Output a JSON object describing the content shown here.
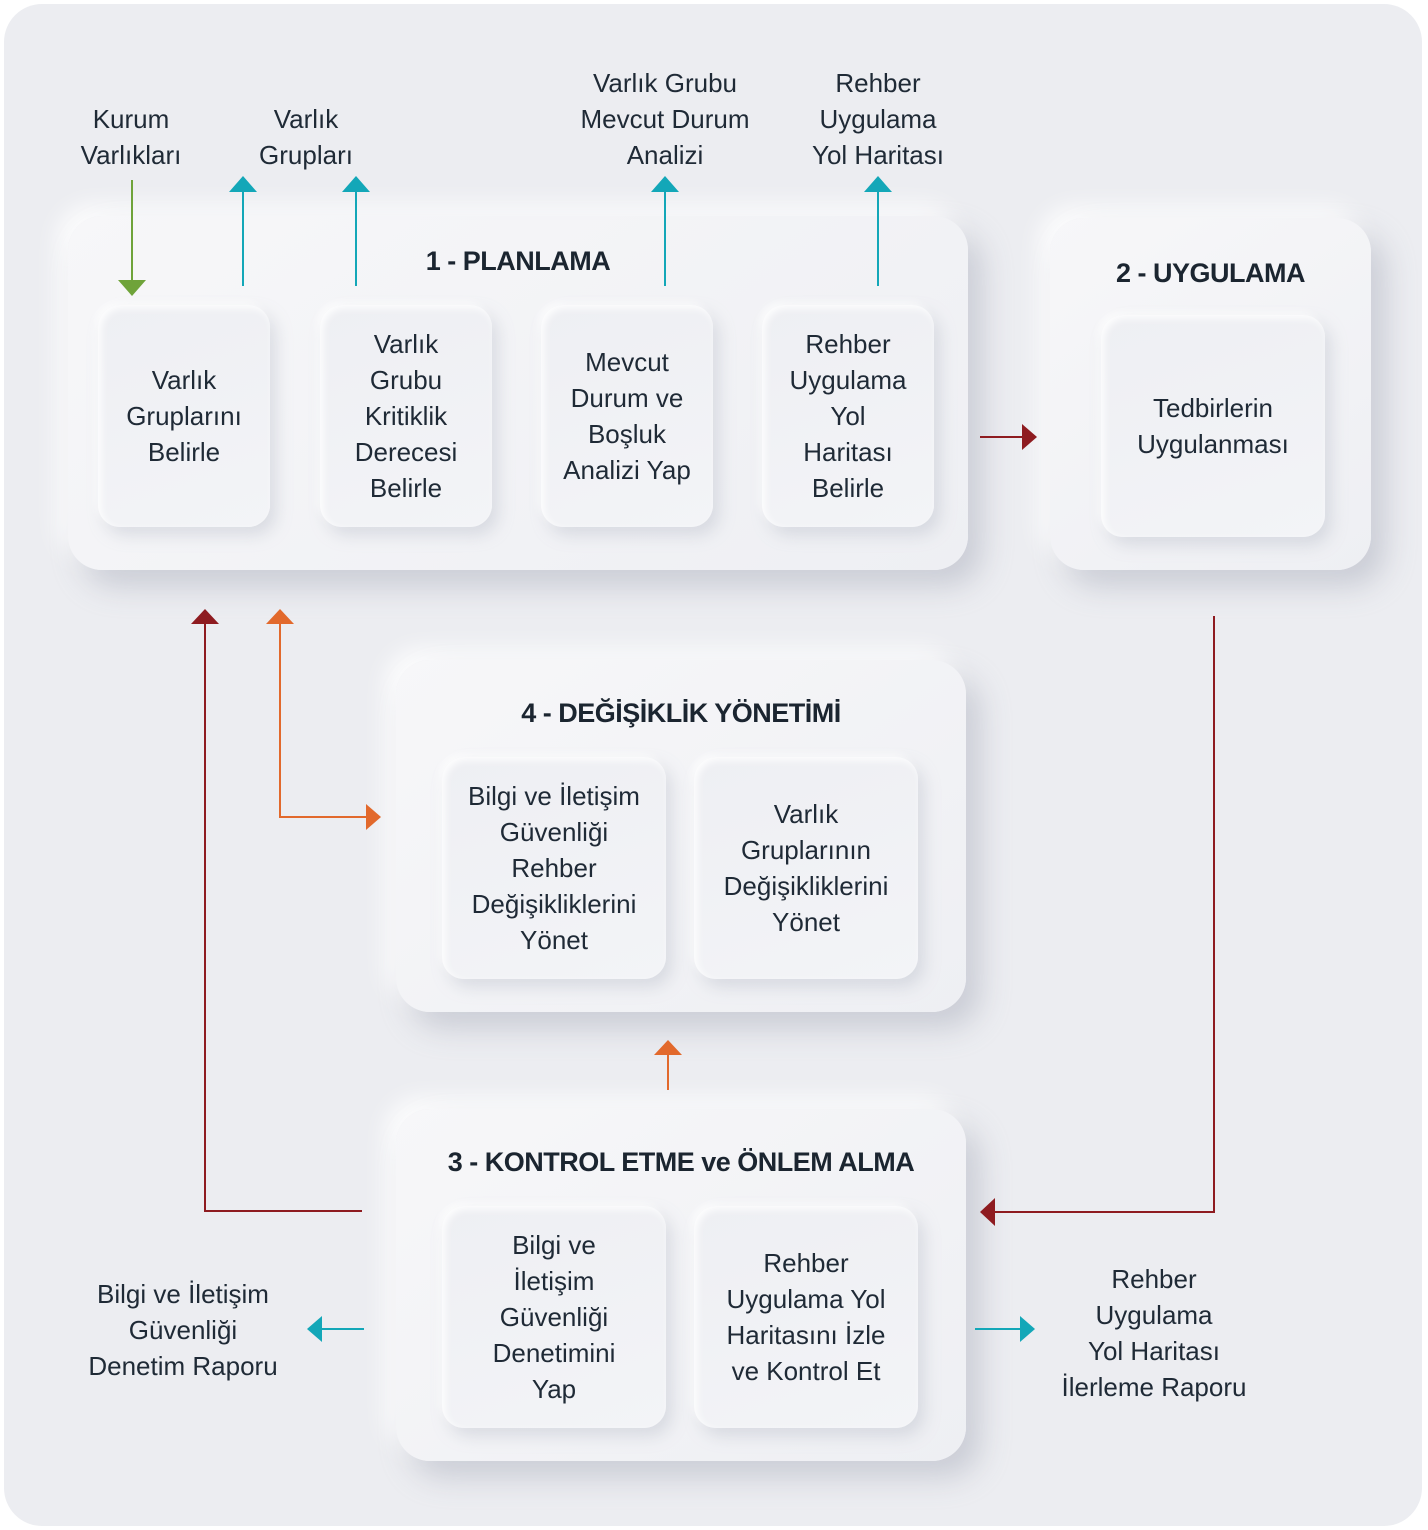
{
  "inputs": {
    "kurum_varliklari": "Kurum\nVarlıkları",
    "varlik_gruplari": "Varlık\nGrupları",
    "mevcut_durum_analizi": "Varlık Grubu\nMevcut Durum\nAnalizi",
    "yol_haritasi": "Rehber\nUygulama\nYol Haritası"
  },
  "planlama": {
    "title": "1 - PLANLAMA",
    "steps": [
      "Varlık\nGruplarını\nBelirle",
      "Varlık\nGrubu\nKritiklik\nDerecesi\nBelirle",
      "Mevcut\nDurum ve\nBoşluk\nAnalizi Yap",
      "Rehber\nUygulama\nYol\nHaritası\nBelirle"
    ]
  },
  "uygulama": {
    "title": "2 - UYGULAMA",
    "steps": [
      "Tedbirlerin\nUygulanması"
    ]
  },
  "degisiklik": {
    "title": "4 - DEĞİŞİKLİK YÖNETİMİ",
    "steps": [
      "Bilgi ve İletişim\nGüvenliği\nRehber\nDeğişikliklerini\nYönet",
      "Varlık\nGruplarının\nDeğişikliklerini\nYönet"
    ]
  },
  "kontrol": {
    "title": "3 - KONTROL ETME ve ÖNLEM ALMA",
    "steps": [
      "Bilgi ve\nİletişim\nGüvenliği\nDenetimini\nYap",
      "Rehber\nUygulama Yol\nHaritasını İzle\nve Kontrol Et"
    ]
  },
  "outputs": {
    "denetim_raporu": "Bilgi ve İletişim\nGüvenliği\nDenetim Raporu",
    "ilerleme_raporu": "Rehber\nUygulama\nYol Haritası\nİlerleme Raporu"
  },
  "colors": {
    "green": "#6fa33a",
    "teal": "#13a7b8",
    "darkred": "#8e1b20",
    "orange": "#e2692c"
  }
}
